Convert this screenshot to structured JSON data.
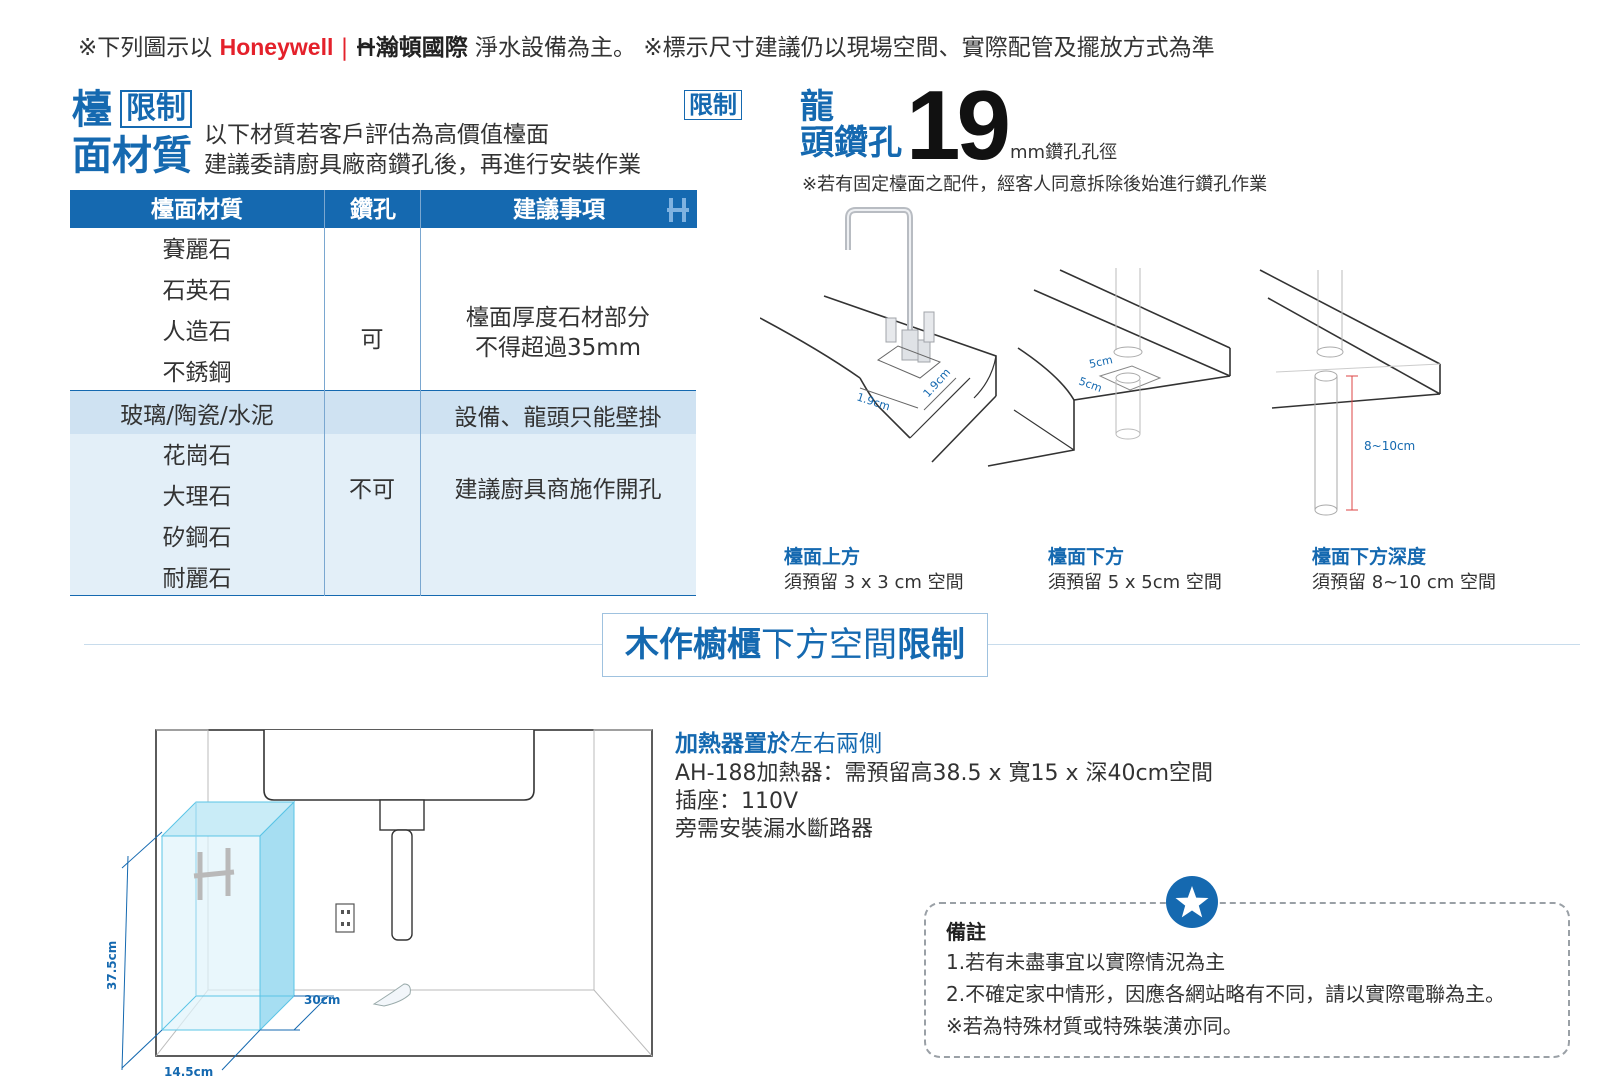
{
  "header": {
    "prefix": "※下列圖示以",
    "brand": "Honeywell",
    "separator": "|",
    "brand_zh": "瀚頓國際",
    "suffix": "淨水設備為主。 ※標示尺寸建議仍以現場空間、實際配管及擺放方式為準"
  },
  "countertop": {
    "title_line1": "檯",
    "title_line2": "面材質",
    "badge": "限制",
    "badge_right": "限制",
    "desc_line1": "以下材質若客戶評估為高價值檯面",
    "desc_line2": "建議委請廚具廠商鑽孔後，再進行安裝作業",
    "table": {
      "headers": [
        "檯面材質",
        "鑽孔",
        "建議事項"
      ],
      "group_yes": {
        "materials": [
          "賽麗石",
          "石英石",
          "人造石",
          "不銹鋼"
        ],
        "drill": "可",
        "advice_line1": "檯面厚度石材部分",
        "advice_line2": "不得超過35mm"
      },
      "highlight_row": {
        "material": "玻璃/陶瓷/水泥",
        "advice": "設備、龍頭只能壁掛"
      },
      "group_no": {
        "materials": [
          "花崗石",
          "大理石",
          "矽鋼石",
          "耐麗石"
        ],
        "drill": "不可",
        "advice": "建議廚具商施作開孔"
      }
    }
  },
  "faucet": {
    "title_line1": "龍",
    "title_line2": "頭鑽孔",
    "size": "19",
    "unit": "mm鑽孔孔徑",
    "note": "※若有固定檯面之配件，經客人同意拆除後始進行鑽孔作業",
    "dims": {
      "a1": "1.9cm",
      "a2": "1.9cm",
      "b1": "5cm",
      "b2": "5cm",
      "c": "8~10cm"
    },
    "captions": [
      {
        "title": "檯面上方",
        "body": "須預留 3 x 3 cm 空間"
      },
      {
        "title": "檯面下方",
        "body": "須預留 5 x 5cm 空間"
      },
      {
        "title": "檯面下方深度",
        "body": "須預留 8~10 cm 空間"
      }
    ]
  },
  "cabinet": {
    "heading_bold": "木作櫥櫃",
    "heading_light": "下方空間",
    "heading_bold2": "限制",
    "dims": {
      "height": "37.5cm",
      "depth": "30cm",
      "width": "14.5cm"
    }
  },
  "heater": {
    "title_bold": "加熱器置於",
    "title_light": "左右兩側",
    "lines": [
      "AH-188加熱器：需預留高38.5 x 寬15 x 深40cm空間",
      "插座：110V",
      "旁需安裝漏水斷路器"
    ]
  },
  "note": {
    "title": "備註",
    "lines": [
      "1.若有未盡事宜以實際情況為主",
      "2.不確定家中情形，因應各網站略有不同，請以實際電聯為主。",
      "※若為特殊材質或特殊裝潢亦同。"
    ]
  },
  "colors": {
    "accent": "#1569b0",
    "brand_red": "#e4212b",
    "row_tint": "#e3eff8",
    "row_highlight": "#cfe2f2"
  }
}
